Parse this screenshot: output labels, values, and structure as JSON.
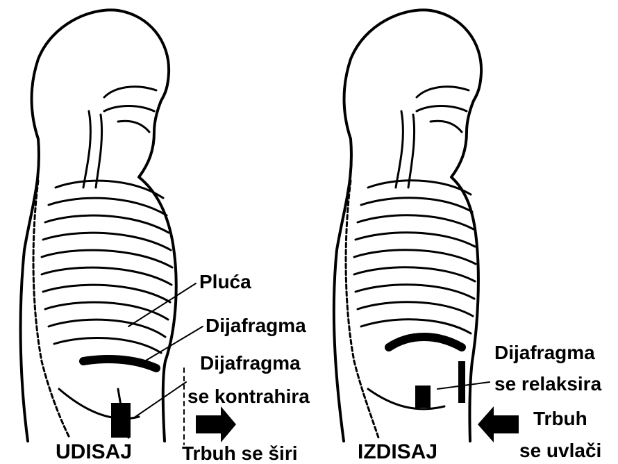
{
  "labels": {
    "inhale_title": "UDISAJ",
    "exhale_title": "IZDISAJ",
    "lungs": "Pluća",
    "diaphragm": "Dijafragma",
    "diaphragm_contracts_1": "Dijafragma",
    "diaphragm_contracts_2": "se kontrahira",
    "belly_expands": "Trbuh se širi",
    "diaphragm_relaxes_1": "Dijafragma",
    "diaphragm_relaxes_2": "se relaksira",
    "belly_retracts_1": "Trbuh",
    "belly_retracts_2": "se uvlači"
  },
  "colors": {
    "ink": "#000000",
    "paper": "#ffffff"
  },
  "icons": {
    "arrow_right": "arrow-right-icon",
    "arrow_left": "arrow-left-icon"
  }
}
